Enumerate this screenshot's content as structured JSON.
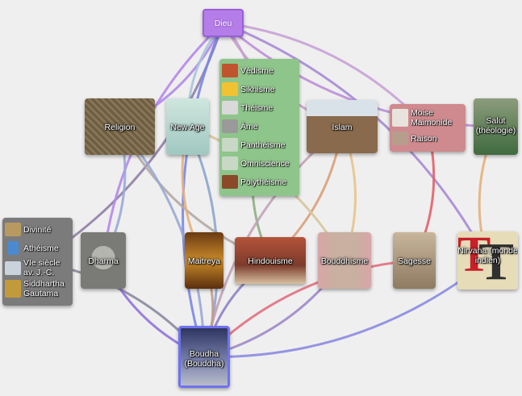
{
  "diagram": {
    "nodes": [
      {
        "id": "dieu",
        "label": "Dieu",
        "kind": "center"
      },
      {
        "id": "religion",
        "label": "Religion",
        "color": "#7d6a4a"
      },
      {
        "id": "newage",
        "label": "New Age",
        "color": "#a7cfc7"
      },
      {
        "id": "islam",
        "label": "Islam",
        "color": "#9a7a5c"
      },
      {
        "id": "salut",
        "label": "Salut (théologie)",
        "color": "#5d7a55"
      },
      {
        "id": "dharma",
        "label": "Dharma",
        "color": "#8e8e8a"
      },
      {
        "id": "maitreya",
        "label": "Maitreya",
        "color": "#8a5a26"
      },
      {
        "id": "hindouisme",
        "label": "Hindouisme",
        "color": "#9b5a44"
      },
      {
        "id": "bouddhisme",
        "label": "Bouddhisme",
        "color": "#b89a84"
      },
      {
        "id": "sagesse",
        "label": "Sagesse",
        "color": "#b09a80"
      },
      {
        "id": "nirvana",
        "label": "Nirvana (monde indien)",
        "color": "#d8c9a0"
      },
      {
        "id": "bouddha",
        "label": "Boudha (Bouddha)",
        "color": "#5a5f7a"
      }
    ],
    "groups": [
      {
        "id": "green",
        "color": "#8ec58a",
        "items": [
          {
            "label": "Védisme",
            "icon": "fire-icon",
            "icon_color": "#c0542c"
          },
          {
            "label": "Sikhisme",
            "icon": "khanda-icon",
            "icon_color": "#f1c232"
          },
          {
            "label": "Théisme",
            "icon": "statue-icon",
            "icon_color": "#d9d9d9"
          },
          {
            "label": "Âme",
            "icon": "figure-icon",
            "icon_color": "#9a9a9a"
          },
          {
            "label": "Panthéisme",
            "icon": "image-placeholder-icon",
            "icon_color": "#c7d8c4"
          },
          {
            "label": "Omniscience",
            "icon": "image-placeholder-icon",
            "icon_color": "#c7d8c4"
          },
          {
            "label": "Polythéisme",
            "icon": "temple-icon",
            "icon_color": "#8a4a2a"
          }
        ]
      },
      {
        "id": "pink",
        "color": "#cf8a8f",
        "items": [
          {
            "label": "Moise Maimonide",
            "icon": "portrait-icon",
            "icon_color": "#e8e3dc"
          },
          {
            "label": "Raison",
            "icon": "sculpture-icon",
            "icon_color": "#b59f8c"
          }
        ]
      },
      {
        "id": "gray",
        "color": "#7b7b7b",
        "items": [
          {
            "label": "Divinité",
            "icon": "painting-icon",
            "icon_color": "#b89a60"
          },
          {
            "label": "Athéisme",
            "icon": "person-icon",
            "icon_color": "#4a8ad0"
          },
          {
            "label": "VIe siècle av. J.-C.",
            "icon": "image-placeholder-icon",
            "icon_color": "#c9d3dc"
          },
          {
            "label": "Siddhartha Gautama",
            "icon": "buddha-image-icon",
            "icon_color": "#c29a3a"
          }
        ]
      }
    ],
    "edges": [
      {
        "from": "dieu",
        "to": "religion",
        "color": "#b18ae6"
      },
      {
        "from": "dieu",
        "to": "newage",
        "color": "#a9c4dc"
      },
      {
        "from": "dieu",
        "to": "green",
        "color": "#c9a2e0"
      },
      {
        "from": "dieu",
        "to": "islam",
        "color": "#c9a1c6"
      },
      {
        "from": "dieu",
        "to": "pink",
        "color": "#c8a1d6"
      },
      {
        "from": "dieu",
        "to": "salut",
        "color": "#bc8fd8"
      },
      {
        "from": "dieu",
        "to": "gray",
        "color": "#8f80a6"
      },
      {
        "from": "dieu",
        "to": "dharma",
        "color": "#b587ea"
      },
      {
        "from": "dieu",
        "to": "nirvana",
        "color": "#a68ad4"
      },
      {
        "from": "dieu",
        "to": "bouddha",
        "color": "#7a86e6"
      },
      {
        "from": "religion",
        "to": "dharma",
        "color": "#9ba7d8"
      },
      {
        "from": "religion",
        "to": "hindouisme",
        "color": "#b2aaa2"
      },
      {
        "from": "religion",
        "to": "bouddha",
        "color": "#98a8d4"
      },
      {
        "from": "newage",
        "to": "maitreya",
        "color": "#e7b07a"
      },
      {
        "from": "newage",
        "to": "bouddha",
        "color": "#8ca5cc"
      },
      {
        "from": "green",
        "to": "hindouisme",
        "color": "#8fae83"
      },
      {
        "from": "islam",
        "to": "hindouisme",
        "color": "#d8a07a"
      },
      {
        "from": "islam",
        "to": "bouddha",
        "color": "#c2a1b8"
      },
      {
        "from": "pink",
        "to": "sagesse",
        "color": "#e35f6a"
      },
      {
        "from": "salut",
        "to": "nirvana",
        "color": "#e3b07a"
      },
      {
        "from": "gray",
        "to": "bouddha",
        "color": "#8a8aa0"
      },
      {
        "from": "dharma",
        "to": "bouddha",
        "color": "#8f72d8"
      },
      {
        "from": "maitreya",
        "to": "bouddha",
        "color": "#c49a8a"
      },
      {
        "from": "hindouisme",
        "to": "bouddha",
        "color": "#8e82c6"
      },
      {
        "from": "bouddhisme",
        "to": "bouddha",
        "color": "#9d88c8"
      },
      {
        "from": "sagesse",
        "to": "bouddha",
        "color": "#e07080"
      },
      {
        "from": "nirvana",
        "to": "bouddha",
        "color": "#8c8ae0"
      },
      {
        "from": "bouddhisme",
        "to": "newage",
        "color": "#d7c59c"
      },
      {
        "from": "islam",
        "to": "bouddhisme",
        "color": "#e9c28a"
      }
    ]
  }
}
